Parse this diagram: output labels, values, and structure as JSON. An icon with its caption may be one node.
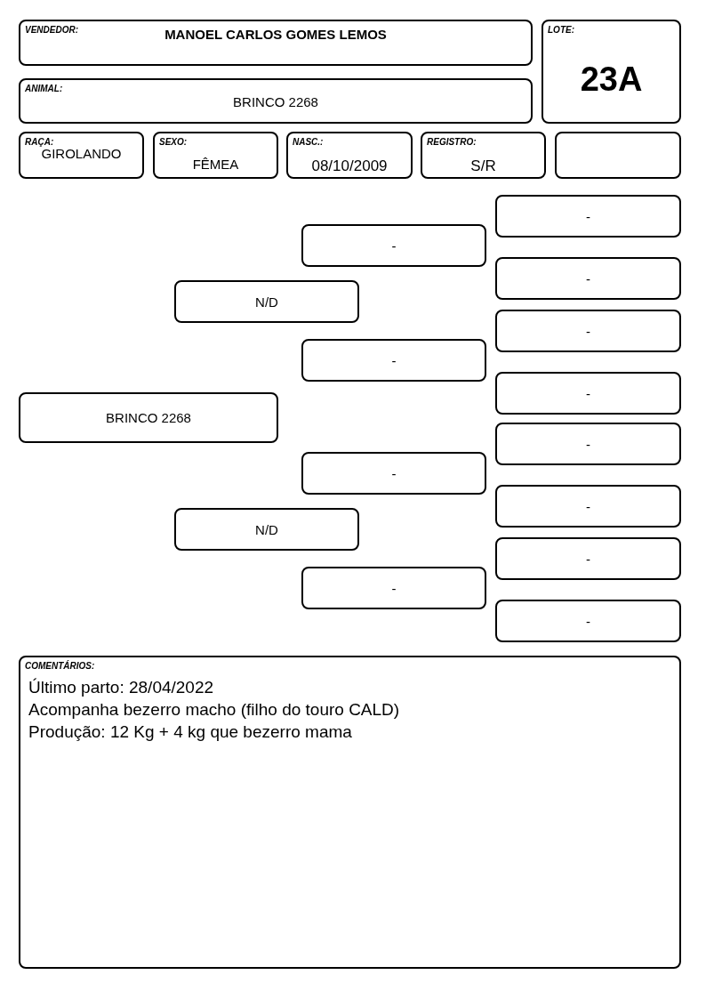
{
  "diagram": {
    "nodes": [
      {
        "text": [
          "VENDEDOR:",
          "MANOEL CARLOS GOMES LEMOS"
        ]
      },
      {
        "text": [
          "LOTE:",
          "23A"
        ]
      },
      {
        "text": [
          "ANIMAL:",
          "BRINCO 2268"
        ]
      },
      {
        "text": [
          "RAÇA:",
          "GIROLANDO"
        ]
      },
      {
        "text": [
          "SEXO:",
          "FÊMEA"
        ]
      },
      {
        "text": [
          "NASC.:",
          "08/10/2009"
        ]
      },
      {
        "text": [
          "REGISTRO:",
          "S/R"
        ]
      },
      {
        "text": [],
        "shape": "box"
      },
      {
        "text": [
          "-"
        ]
      },
      {
        "text": [
          "-"
        ]
      },
      {
        "text": [
          "-"
        ]
      },
      {
        "text": [
          "N/D"
        ]
      },
      {
        "text": [
          "-"
        ]
      },
      {
        "text": [
          "-"
        ]
      },
      {
        "text": [
          "-"
        ]
      },
      {
        "text": [
          "BRINCO 2268"
        ]
      },
      {
        "text": [
          "-"
        ]
      },
      {
        "text": [
          "-"
        ]
      },
      {
        "text": [
          "-"
        ]
      },
      {
        "text": [
          "N/D"
        ]
      },
      {
        "text": [
          "-"
        ]
      },
      {
        "text": [
          "-"
        ]
      },
      {
        "text": [
          "-"
        ]
      },
      {
        "text": [
          "COMENTÁRIOS:",
          "Último parto: 28/04/2022",
          "Acompanha bezerro macho (filho do touro CALD)",
          "Produção: 12 Kg + 4 kg que bezerro mama"
        ]
      }
    ]
  }
}
